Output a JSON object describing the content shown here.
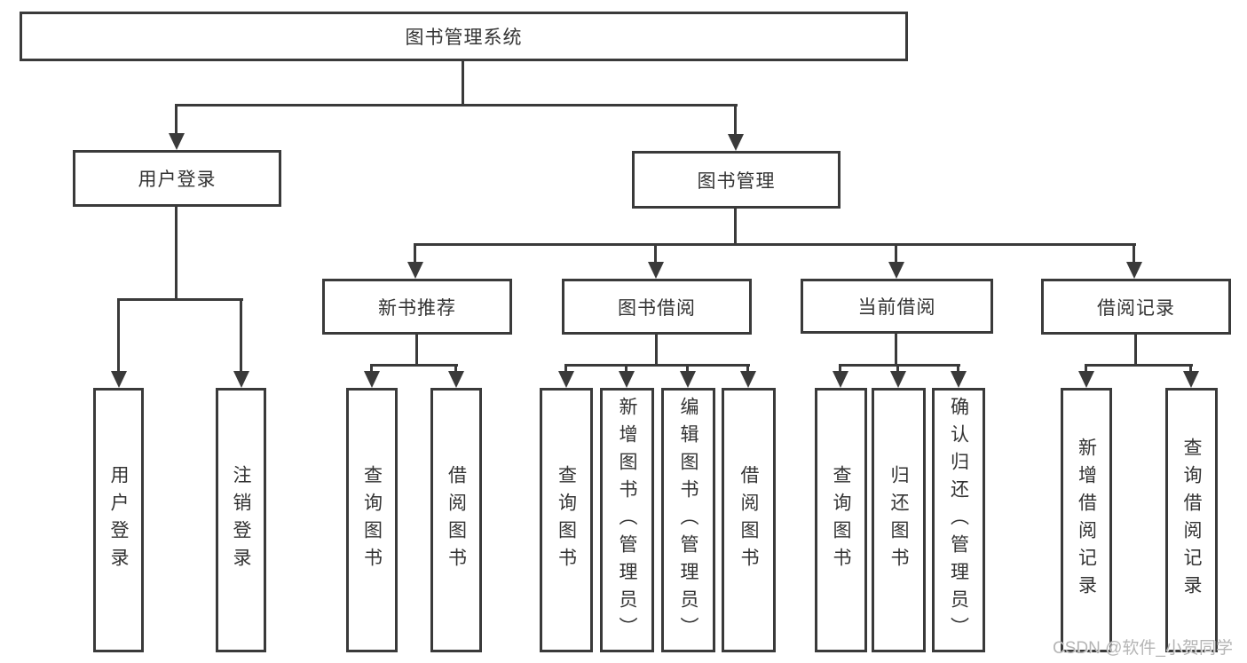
{
  "diagram": {
    "root": {
      "label": "图书管理系统"
    },
    "level2": [
      {
        "label": "用户登录"
      },
      {
        "label": "图书管理"
      }
    ],
    "level3": [
      {
        "label": "新书推荐"
      },
      {
        "label": "图书借阅"
      },
      {
        "label": "当前借阅"
      },
      {
        "label": "借阅记录"
      }
    ],
    "leaves": [
      {
        "label": "用户登录"
      },
      {
        "label": "注销登录"
      },
      {
        "label": "查询图书"
      },
      {
        "label": "借阅图书"
      },
      {
        "label": "查询图书"
      },
      {
        "label": "新增图书（管理员）"
      },
      {
        "label": "编辑图书（管理员）"
      },
      {
        "label": "借阅图书"
      },
      {
        "label": "查询图书"
      },
      {
        "label": "归还图书"
      },
      {
        "label": "确认归还（管理员）"
      },
      {
        "label": "新增借阅记录"
      },
      {
        "label": "查询借阅记录"
      }
    ]
  },
  "watermark": {
    "text": "CSDN @软件_小贺同学"
  },
  "colors": {
    "line": "#3a3a3a",
    "border": "#3a3a3a",
    "text": "#333333",
    "watermark": "#b5b5b5",
    "background": "#ffffff"
  }
}
